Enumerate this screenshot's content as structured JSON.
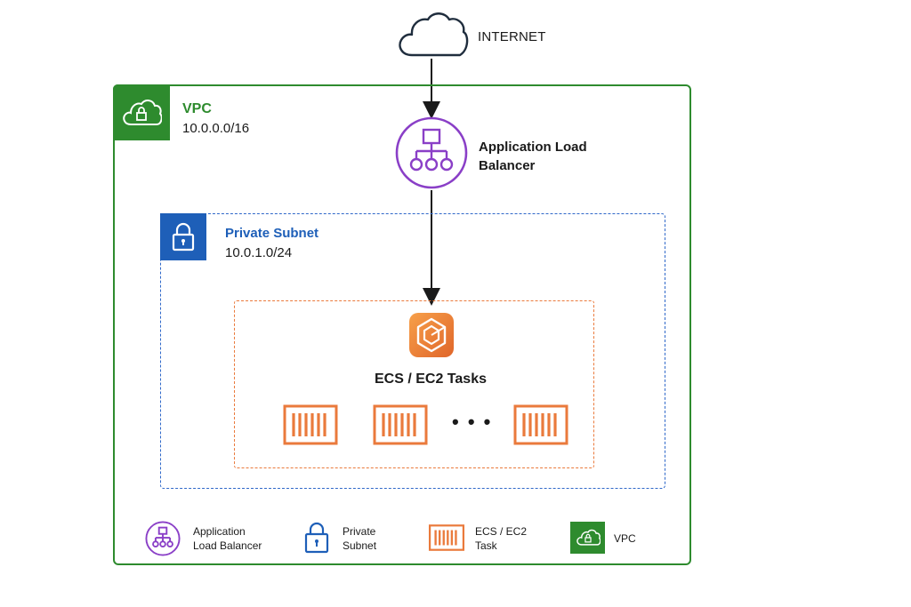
{
  "internet": {
    "label": "INTERNET",
    "icon": "cloud-icon"
  },
  "vpc": {
    "title": "VPC",
    "cidr": "10.0.0.0/16",
    "icon": "vpc-cloud-lock-icon",
    "color": "#2e8b2e"
  },
  "alb": {
    "label_line1": "Application Load",
    "label_line2": "Balancer",
    "icon": "load-balancer-icon",
    "color": "#8a3fc7"
  },
  "subnet": {
    "title": "Private Subnet",
    "cidr": "10.0.1.0/24",
    "icon": "lock-icon",
    "color": "#1e5fb8"
  },
  "tasks": {
    "title": "ECS / EC2 Tasks",
    "icon": "ecs-icon",
    "container_icon": "container-icon",
    "ellipsis": "• • •",
    "color": "#ea7a3c"
  },
  "legend": {
    "alb_line1": "Application",
    "alb_line2": "Load Balancer",
    "subnet_line1": "Private",
    "subnet_line2": "Subnet",
    "task_line1": "ECS / EC2",
    "task_line2": "Task",
    "vpc": "VPC"
  }
}
